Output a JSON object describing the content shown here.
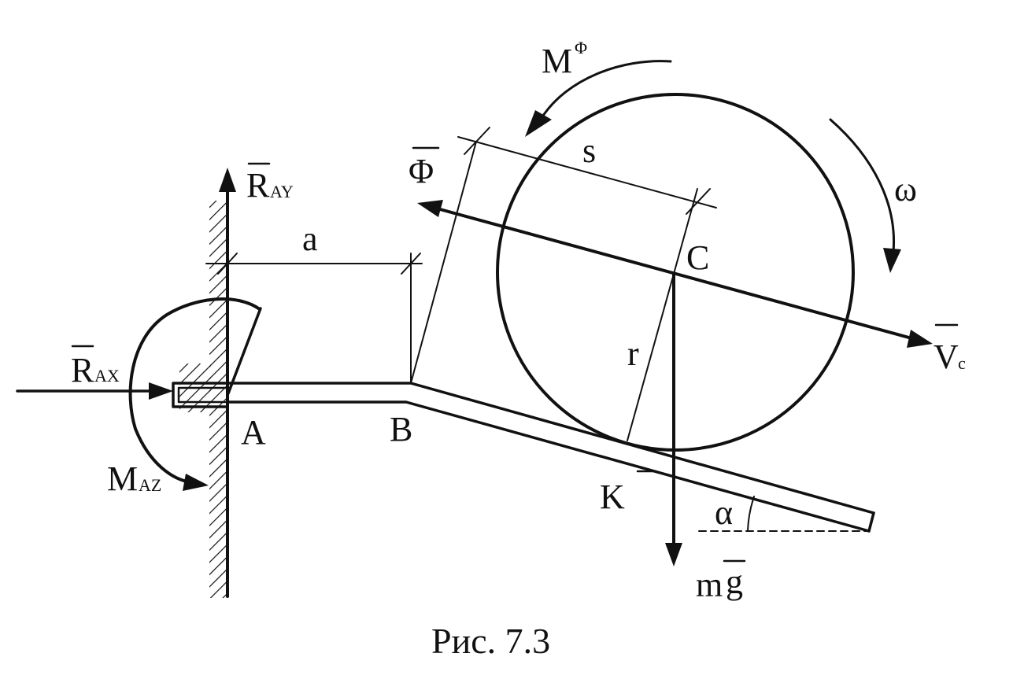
{
  "labels": {
    "r_ay_main": "R",
    "r_ay_sub": "AY",
    "r_ax_main": "R",
    "r_ax_sub": "AX",
    "m_az_main": "M",
    "m_az_sub": "AZ",
    "m_phi_main": "M",
    "m_phi_sup": "Φ",
    "phi": "Φ",
    "s": "s",
    "a": "a",
    "omega": "ω",
    "c": "C",
    "r": "r",
    "v_main": "V",
    "v_sub": "c",
    "a_point": "A",
    "b_point": "B",
    "k_point": "K",
    "alpha": "α",
    "mg_m": "m",
    "mg_g": "g"
  },
  "caption": "Рис. 7.3"
}
